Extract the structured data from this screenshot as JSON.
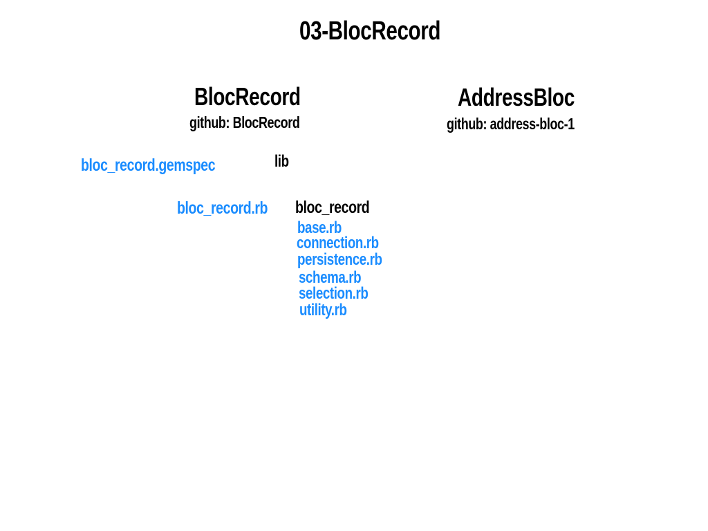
{
  "title": "03-BlocRecord",
  "left_project": {
    "name": "BlocRecord",
    "github": "github: BlocRecord"
  },
  "right_project": {
    "name": "AddressBloc",
    "github": "github: address-bloc-1"
  },
  "tree": {
    "gemspec": "bloc_record.gemspec",
    "lib": "lib",
    "main_file": "bloc_record.rb",
    "subdir": "bloc_record",
    "files": [
      "base.rb",
      "connection.rb",
      "persistence.rb",
      "schema.rb",
      "selection.rb",
      "utility.rb"
    ]
  },
  "colors": {
    "folder_text": "#000000",
    "file_text": "#1a8cff",
    "background": "#ffffff"
  }
}
